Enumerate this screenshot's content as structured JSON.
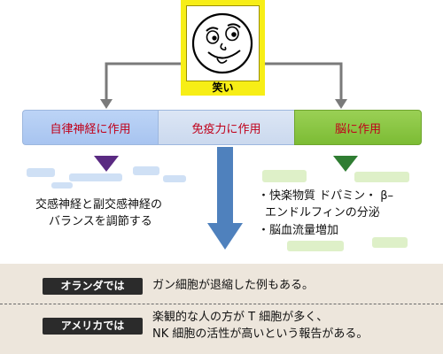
{
  "top": {
    "label": "笑い"
  },
  "effects": {
    "autonomic": "自律神経に作用",
    "immune": "免疫力に作用",
    "brain": "脳に作用"
  },
  "left_text": {
    "line1": "交感神経と副交感神経の",
    "line2": "バランスを調節する"
  },
  "right_text": {
    "item1_line1": "・快楽物質  ドパミン・ β–",
    "item1_line2": "エンドルフィンの分泌",
    "item2": "・脳血流量増加"
  },
  "examples": [
    {
      "country": "オランダでは",
      "text_line1": "ガン細胞が退縮した例もある。",
      "text_line2": ""
    },
    {
      "country": "アメリカでは",
      "text_line1": "楽観的な人の方が T 細胞が多く、",
      "text_line2": "NK 細胞の活性が高いという報告がある。"
    }
  ],
  "colors": {
    "yellow": "#f7ee16",
    "effect_text": "#c0001a",
    "brain_green": "#7cbc34",
    "arrow_blue": "#4f81bd",
    "arrow_purple": "#5a2a82",
    "arrow_green": "#2f7d32",
    "panel_bg": "#ede6dc"
  },
  "icons": [
    "laughing-face-icon"
  ]
}
